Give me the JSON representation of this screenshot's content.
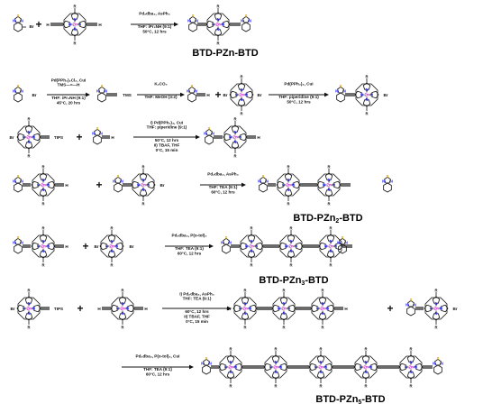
{
  "atoms": {
    "sulfur": "S",
    "nitrogen": "N",
    "zinc": "Zn",
    "substituent": "R",
    "bromo": "Br",
    "tms": "TMS",
    "tips": "TIPS"
  },
  "plus": "+",
  "rows": [
    {
      "arrows": [
        {
          "lines": [
            "Pd₂dba₃, AsPh₃",
            "THF: iPr₂NH (9:1)",
            "50°C, 12 hrs"
          ]
        }
      ],
      "titles": [
        {
          "main": "BTD-PZn-BTD",
          "sub": ""
        }
      ]
    },
    {
      "arrows": [
        {
          "lines": [
            "Pd(PPh₃)₂Cl₂, CuI",
            "TMS—≡—H",
            "THF: iPr₂NH (9:1)",
            "45°C, 20 hrs"
          ]
        },
        {
          "lines": [
            "K₂CO₃",
            "THF: MeOH (3:2)"
          ]
        },
        {
          "lines": [
            "Pd(PPh₃)₄, CuI",
            "THF: piperidine (9:1)",
            "50°C, 12 hrs"
          ]
        }
      ]
    },
    {
      "arrows": [
        {
          "lines": [
            "i) Pd(PPh₃)₄, CuI",
            "THF: piperidine (9:1)",
            "50°C, 12 hrs",
            "ii) TBAF, THF",
            "0°C, 15 min"
          ]
        }
      ]
    },
    {
      "arrows": [
        {
          "lines": [
            "Pd₂dba₃, AsPh₃",
            "THF: TEA (9:1)",
            "60°C, 12 hrs"
          ]
        }
      ],
      "titles": [
        {
          "main": "BTD-PZn",
          "sub": "2",
          "tail": "-BTD"
        }
      ]
    },
    {
      "arrows": [
        {
          "lines": [
            "Pd₂dba₃, P(o-tol)₃",
            "THF: TEA (9:1)",
            "60°C, 12 hrs"
          ]
        }
      ],
      "titles": [
        {
          "main": "BTD-PZn",
          "sub": "3",
          "tail": "-BTD"
        }
      ]
    },
    {
      "arrows": [
        {
          "lines": [
            "i) Pd₂dba₃, AsPh₃",
            "THF: TEA (9:1)",
            "60°C, 12 hrs",
            "ii) TBAF, THF",
            "0°C, 15 min"
          ]
        }
      ]
    },
    {
      "arrows": [
        {
          "lines": [
            "Pd₂dba₃, P(o-tol)₃, CuI",
            "THF: TEA (9:1)",
            "60°C, 12 hrs"
          ]
        }
      ],
      "titles": [
        {
          "main": "BTD-PZn",
          "sub": "5",
          "tail": "-BTD"
        }
      ]
    }
  ]
}
